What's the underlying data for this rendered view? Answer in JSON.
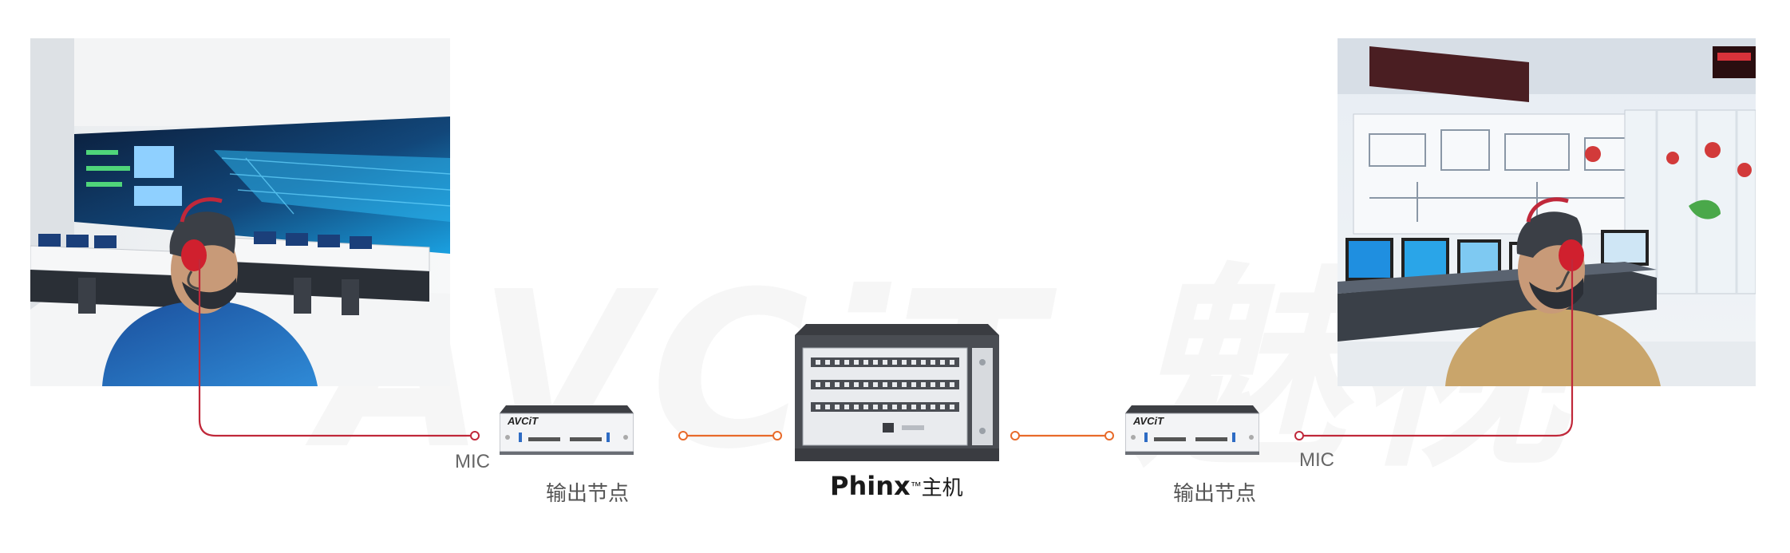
{
  "watermark": {
    "text": "AVCiT 魅视"
  },
  "left_scene": {
    "description_icon": "control-room-scene-left",
    "operator": "headset-operator-blue"
  },
  "right_scene": {
    "description_icon": "control-room-scene-right",
    "operator": "headset-operator-tan"
  },
  "left_node": {
    "brand": "AVCiT",
    "label": "输出节点",
    "mic": "MIC"
  },
  "right_node": {
    "brand": "AVCiT",
    "label": "输出节点",
    "mic": "MIC"
  },
  "host": {
    "brand": "Phinx",
    "tm": "™",
    "suffix": "主机"
  },
  "colors": {
    "mic_line": "#c0283a",
    "link_line": "#e86a2a",
    "operator_left": "#1f64b0",
    "operator_right": "#c9a56b",
    "headset": "#d0202e"
  }
}
